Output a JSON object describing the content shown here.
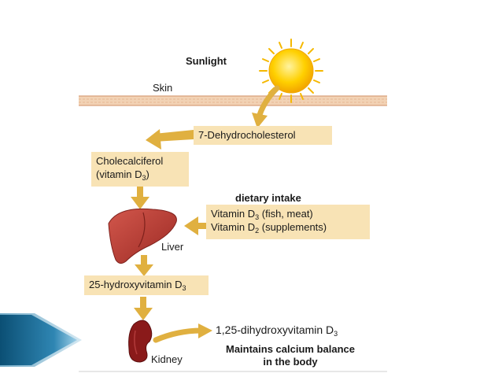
{
  "labels": {
    "sunlight": "Sunlight",
    "skin": "Skin",
    "dehydro": "7-Dehydrocholesterol",
    "chole_line1": "Cholecalciferol",
    "chole_line2_pre": "(vitamin D",
    "chole_line2_sub": "3",
    "chole_line2_post": ")",
    "dietary_intake": "dietary intake",
    "diet_line1_pre": "Vitamin D",
    "diet_line1_sub": "3",
    "diet_line1_post": " (fish, meat)",
    "diet_line2_pre": "Vitamin D",
    "diet_line2_sub": "2",
    "diet_line2_post": " (supplements)",
    "liver": "Liver",
    "hydroxy_pre": "25-hydroxyvitamin D",
    "hydroxy_sub": "3",
    "kidney": "Kidney",
    "dihydroxy_pre": "1,25-dihydroxyvitamin D",
    "dihydroxy_sub": "3",
    "maintains_line1": "Maintains calcium balance",
    "maintains_line2": "in the body"
  },
  "colors": {
    "arrow": "#e0b040",
    "box": "#f8e3b5",
    "skin": "#f0c8a0",
    "liver": "#b83a32",
    "kidney": "#8a1a1a",
    "sun": "#ffcc00",
    "ribbon": "#1f6c93"
  }
}
